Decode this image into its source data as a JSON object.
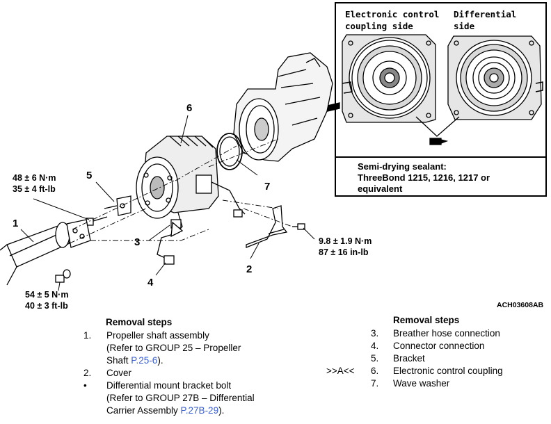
{
  "inset": {
    "label_left_line1": "Electronic control",
    "label_left_line2": "coupling side",
    "label_right_line1": "Differential",
    "label_right_line2": "side",
    "sealant_line1": "Semi-drying sealant:",
    "sealant_line2": "ThreeBond 1215, 1216, 1217 or",
    "sealant_line3": "equivalent"
  },
  "callouts": {
    "c1": "1",
    "c2": "2",
    "c3": "3",
    "c4": "4",
    "c5": "5",
    "c6": "6",
    "c7": "7"
  },
  "torques": {
    "bolt_top_nm": "48 ± 6 N·m",
    "bolt_top_ftlb": "35 ± 4 ft-lb",
    "bolt_right_nm": "9.8 ± 1.9 N·m",
    "bolt_right_inlb": "87 ± 16 in-lb",
    "nut_bottom_nm": "54 ± 5 N·m",
    "nut_bottom_ftlb": "40 ± 3 ft-lb"
  },
  "figure_id": "ACH03608AB",
  "left_list": {
    "heading": "Removal steps",
    "steps": [
      {
        "number": "1.",
        "lines": [
          "Propeller shaft assembly",
          "(Refer to GROUP 25 – Propeller"
        ],
        "link_prefix": "Shaft ",
        "link_text": "P.25-6",
        "link_suffix": ")."
      },
      {
        "number": "2.",
        "text": "Cover"
      },
      {
        "number": "•",
        "lines": [
          "Differential mount bracket bolt",
          "(Refer to GROUP 27B – Differential"
        ],
        "link_prefix": "Carrier Assembly ",
        "link_text": "P.27B-29",
        "link_suffix": ")."
      }
    ]
  },
  "right_list": {
    "heading": "Removal steps",
    "marker_6": ">>A<<",
    "steps": [
      {
        "number": "3.",
        "text": "Breather hose connection"
      },
      {
        "number": "4.",
        "text": "Connector connection"
      },
      {
        "number": "5.",
        "text": "Bracket"
      },
      {
        "number": "6.",
        "text": "Electronic control coupling"
      },
      {
        "number": "7.",
        "text": "Wave washer"
      }
    ]
  }
}
